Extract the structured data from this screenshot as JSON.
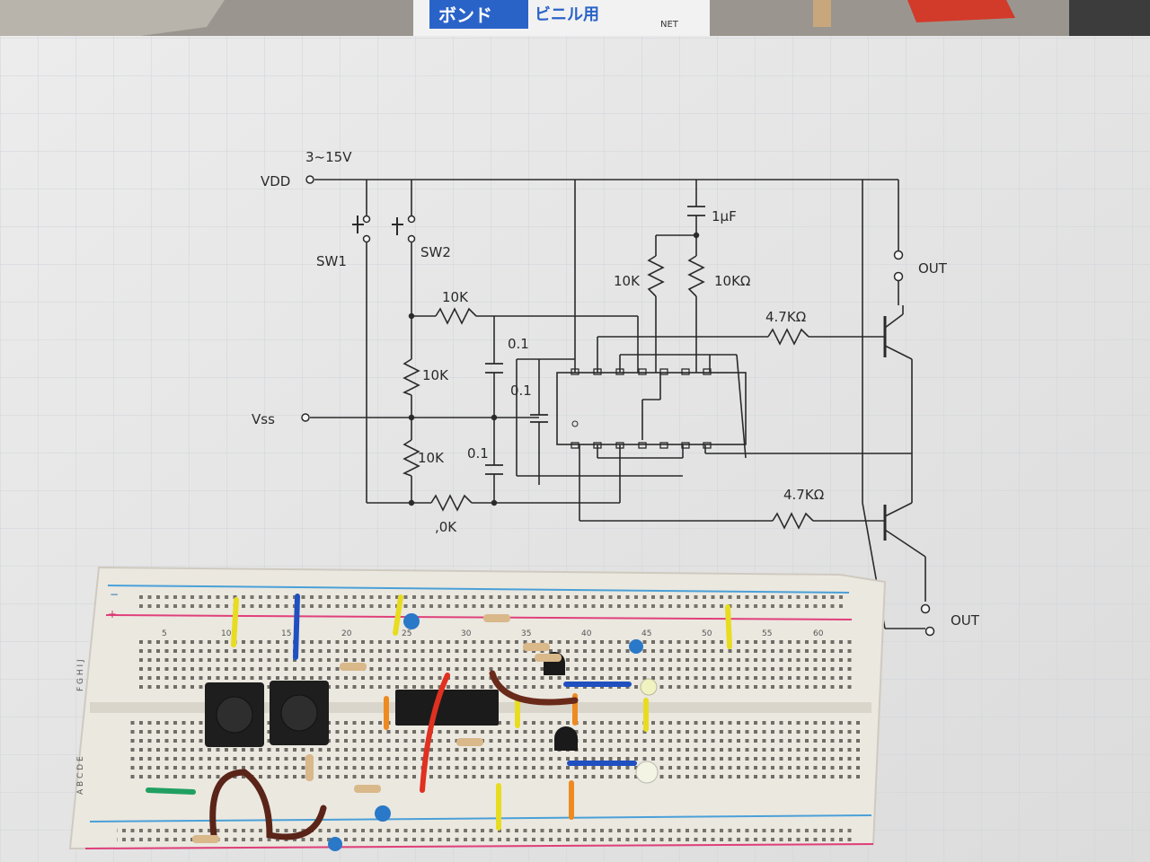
{
  "photo": {
    "package_label": {
      "line1": "ボンド",
      "line2": "ビニル用",
      "small": "NET"
    },
    "schematic": {
      "labels": {
        "supply_range": "3~15V",
        "vdd": "VDD",
        "vss": "Vss",
        "sw1": "SW1",
        "sw2": "SW2",
        "cap_1u": "1μF",
        "r_10k_a": "10K",
        "r_10k_b": "10KΩ",
        "r_10k_c": "10K",
        "r_10k_d": "10K",
        "r_10k_e": "10K",
        "r_10k_f": ",0K",
        "r_4k7_top": "4.7KΩ",
        "r_4k7_bottom": "4.7KΩ",
        "c_01_a": "0.1",
        "c_01_b": "0.1",
        "c_01_c": "0.1",
        "out_top": "OUT",
        "out_bottom": "OUT"
      }
    },
    "breadboard": {
      "column_numbers": [
        "5",
        "10",
        "15",
        "20",
        "25",
        "30",
        "35",
        "40",
        "45",
        "50",
        "55",
        "60"
      ],
      "row_letters_top": "F G H I J",
      "row_letters_bottom": "A B C D E",
      "rail_minus": "−",
      "rail_plus": "+"
    }
  }
}
